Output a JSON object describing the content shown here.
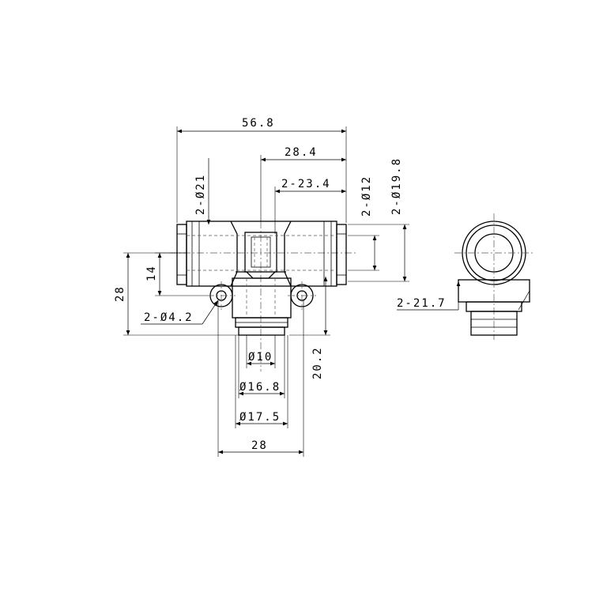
{
  "dimensions": {
    "overall_width": "56.8",
    "half_width": "28.4",
    "tube_insert": "2-23.4",
    "body_dia": "2-Ø21",
    "tube_od": "2-Ø12",
    "release_dia": "2-Ø19.8",
    "center_height": "14",
    "overall_height": "28",
    "mount_hole": "2-Ø4.2",
    "stem_dia": "Ø10",
    "stem_dia_2": "Ø16.8",
    "stem_dia_3": "Ø17.5",
    "flange_width": "28",
    "stem_length": "20.2",
    "side_width": "2-21.7"
  }
}
